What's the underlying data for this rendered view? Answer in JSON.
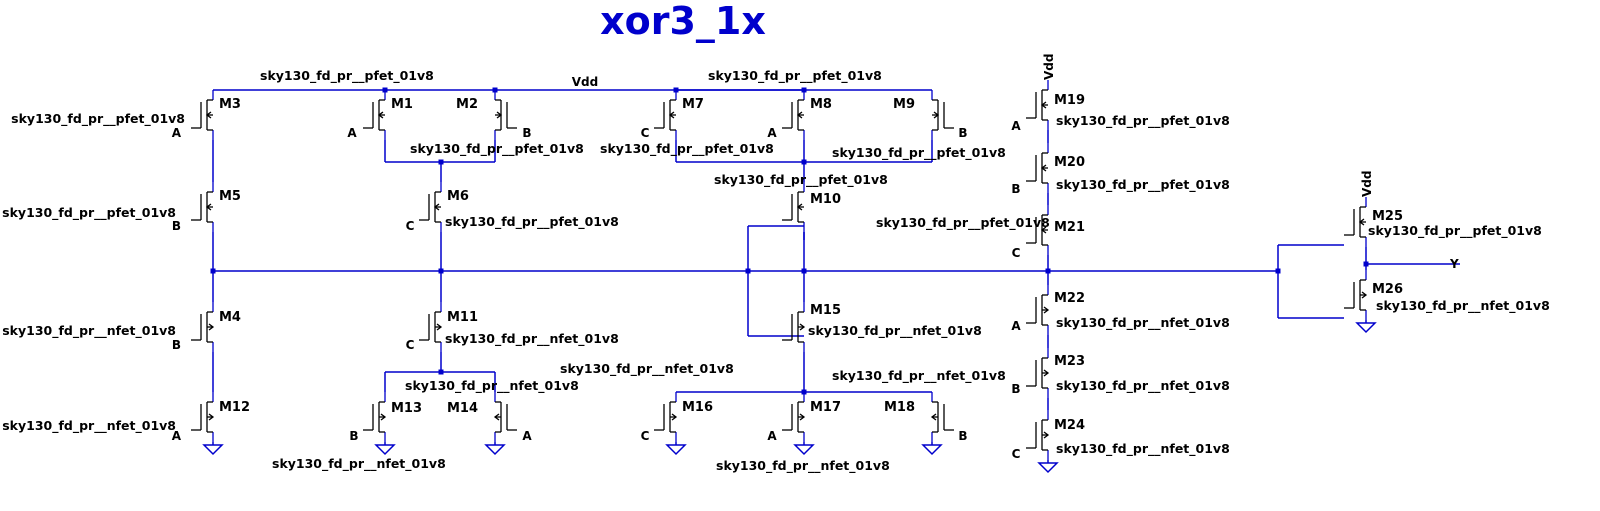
{
  "title": "xor3_1x",
  "colors": {
    "wire": "#0000cc",
    "device": "#000000",
    "title": "#0000cc",
    "ground": "#0000cc",
    "background": "#ffffff"
  },
  "nets": {
    "vdd": "Vdd",
    "output": "Y"
  },
  "transistors": [
    {
      "name": "M3",
      "model": "sky130_fd_pr__pfet_01v8",
      "type": "pfet",
      "gate": "A"
    },
    {
      "name": "M5",
      "model": "sky130_fd_pr__pfet_01v8",
      "type": "pfet",
      "gate": "B"
    },
    {
      "name": "M4",
      "model": "sky130_fd_pr__nfet_01v8",
      "type": "nfet",
      "gate": "B"
    },
    {
      "name": "M12",
      "model": "sky130_fd_pr__nfet_01v8",
      "type": "nfet",
      "gate": "A"
    },
    {
      "name": "M1",
      "model": "sky130_fd_pr__pfet_01v8",
      "type": "pfet",
      "gate": "A"
    },
    {
      "name": "M2",
      "model": "sky130_fd_pr__pfet_01v8",
      "type": "pfet",
      "gate": "B"
    },
    {
      "name": "M6",
      "model": "sky130_fd_pr__pfet_01v8",
      "type": "pfet",
      "gate": "C"
    },
    {
      "name": "M11",
      "model": "sky130_fd_pr__nfet_01v8",
      "type": "nfet",
      "gate": "C"
    },
    {
      "name": "M13",
      "model": "sky130_fd_pr__nfet_01v8",
      "type": "nfet",
      "gate": "B"
    },
    {
      "name": "M14",
      "model": "sky130_fd_pr__nfet_01v8",
      "type": "nfet",
      "gate": "A"
    },
    {
      "name": "M7",
      "model": "sky130_fd_pr__pfet_01v8",
      "type": "pfet",
      "gate": "C"
    },
    {
      "name": "M8",
      "model": "sky130_fd_pr__pfet_01v8",
      "type": "pfet",
      "gate": "A"
    },
    {
      "name": "M9",
      "model": "sky130_fd_pr__pfet_01v8",
      "type": "pfet",
      "gate": "B"
    },
    {
      "name": "M10",
      "model": "sky130_fd_pr__pfet_01v8",
      "type": "pfet",
      "gate": ""
    },
    {
      "name": "M15",
      "model": "sky130_fd_pr__nfet_01v8",
      "type": "nfet",
      "gate": ""
    },
    {
      "name": "M16",
      "model": "sky130_fd_pr__nfet_01v8",
      "type": "nfet",
      "gate": "C"
    },
    {
      "name": "M17",
      "model": "sky130_fd_pr__nfet_01v8",
      "type": "nfet",
      "gate": "A"
    },
    {
      "name": "M18",
      "model": "sky130_fd_pr__nfet_01v8",
      "type": "nfet",
      "gate": "B"
    },
    {
      "name": "M19",
      "model": "sky130_fd_pr__pfet_01v8",
      "type": "pfet",
      "gate": "A"
    },
    {
      "name": "M20",
      "model": "sky130_fd_pr__pfet_01v8",
      "type": "pfet",
      "gate": "B"
    },
    {
      "name": "M21",
      "model": "sky130_fd_pr__pfet_01v8",
      "type": "pfet",
      "gate": "C"
    },
    {
      "name": "M22",
      "model": "sky130_fd_pr__nfet_01v8",
      "type": "nfet",
      "gate": "A"
    },
    {
      "name": "M23",
      "model": "sky130_fd_pr__nfet_01v8",
      "type": "nfet",
      "gate": "B"
    },
    {
      "name": "M24",
      "model": "sky130_fd_pr__nfet_01v8",
      "type": "nfet",
      "gate": "C"
    },
    {
      "name": "M25",
      "model": "sky130_fd_pr__pfet_01v8",
      "type": "pfet",
      "gate": ""
    },
    {
      "name": "M26",
      "model": "sky130_fd_pr__nfet_01v8",
      "type": "nfet",
      "gate": ""
    }
  ]
}
